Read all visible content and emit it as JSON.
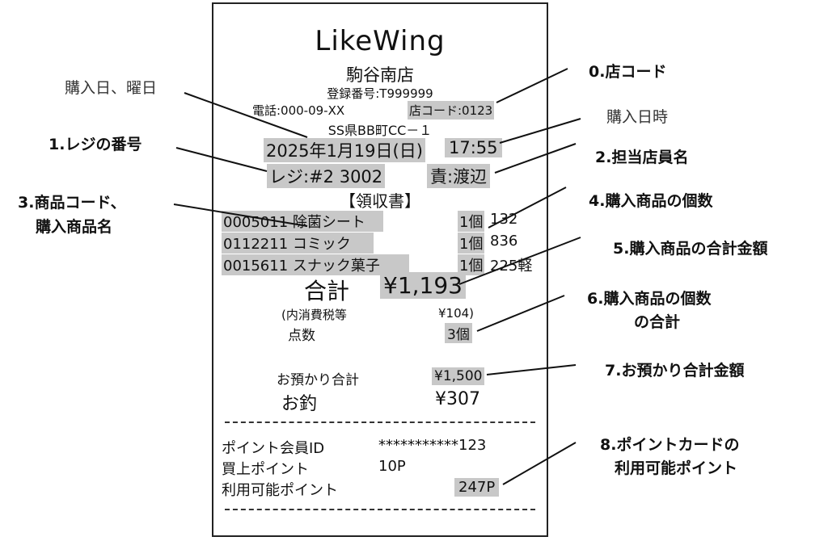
{
  "receipt": {
    "brand": "LikeWing",
    "store_name": "駒谷南店",
    "registration": "登録番号:T999999",
    "phone": "電話:000-09-XX",
    "store_code": "店コード:0123",
    "address": "SS県BB町CC－１",
    "date": "2025年1月19日(日)",
    "time": "17:55",
    "register": "レジ:#2 3002",
    "staff": "責:渡辺",
    "doc_title": "【領収書】",
    "items": [
      {
        "code_name": "0005011 除菌シート",
        "qty": "1個",
        "price": "132"
      },
      {
        "code_name": "0112211 コミック",
        "qty": "1個",
        "price": "836"
      },
      {
        "code_name": "0015611 スナック菓子",
        "qty": "1個",
        "price": "225軽"
      }
    ],
    "total_label": "合計",
    "total_value": "¥1,193",
    "tax_label": "(内消費税等",
    "tax_value": "¥104)",
    "count_label": "点数",
    "count_value": "3個",
    "deposit_label": "お預かり合計",
    "deposit_value": "¥1,500",
    "change_label": "お釣",
    "change_value": "¥307",
    "member_id_label": "ポイント会員ID",
    "member_id_value": "***********123",
    "earned_points_label": "買上ポイント",
    "earned_points_value": "10P",
    "available_points_label": "利用可能ポイント",
    "available_points_value": "247P"
  },
  "annotations": {
    "purchase_day": "購入日、曜日",
    "register_no": "1.レジの番号",
    "item_code_1": "3.商品コード、",
    "item_code_2": "購入商品名",
    "store_code": "0.店コード",
    "purchase_datetime": "購入日時",
    "staff_name": "2.担当店員名",
    "item_qty": "4.購入商品の個数",
    "item_total": "5.購入商品の合計金額",
    "qty_sum_1": "6.購入商品の個数",
    "qty_sum_2": "の合計",
    "deposit": "7.お預かり合計金額",
    "points_1": "8.ポイントカードの",
    "points_2": "利用可能ポイント"
  },
  "colors": {
    "highlight": "#c8c8c8",
    "border": "#222222"
  }
}
